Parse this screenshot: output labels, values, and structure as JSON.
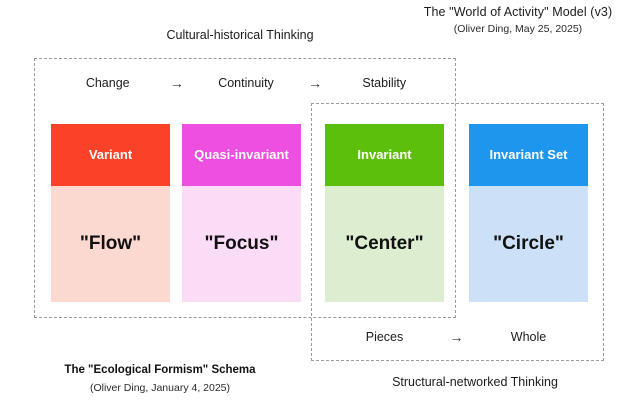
{
  "model": {
    "title": "The \"World of Activity\" Model (v3)",
    "subtitle": "(Oliver Ding, May 25, 2025)"
  },
  "schema": {
    "title": "The \"Ecological Formism\" Schema",
    "subtitle": "(Oliver Ding, January 4, 2025)"
  },
  "frames": {
    "top_banner": "Cultural-historical Thinking",
    "bottom_banner": "Structural-networked Thinking"
  },
  "sequences": {
    "top": {
      "items": [
        "Change",
        "Continuity",
        "Stability"
      ],
      "arrow": "→"
    },
    "bottom": {
      "items": [
        "Pieces",
        "Whole"
      ],
      "arrow": "→"
    }
  },
  "cards": [
    {
      "key": "variant",
      "head": "Variant",
      "body": "\"Flow\"",
      "head_color": "#fa4229",
      "body_color": "#fbd8d0"
    },
    {
      "key": "quasi-invariant",
      "head_line1": "Quasi",
      "head_line2": "-invariant",
      "body": "\"Focus\"",
      "head_color": "#ed4fe0",
      "body_color": "#fadcf7"
    },
    {
      "key": "invariant",
      "head": "Invariant",
      "body": "\"Center\"",
      "head_color": "#5bbf0c",
      "body_color": "#dcedd0"
    },
    {
      "key": "invariant-set",
      "head": "Invariant Set",
      "body": "\"Circle\"",
      "head_color": "#1e96ed",
      "body_color": "#cce0f8"
    }
  ]
}
